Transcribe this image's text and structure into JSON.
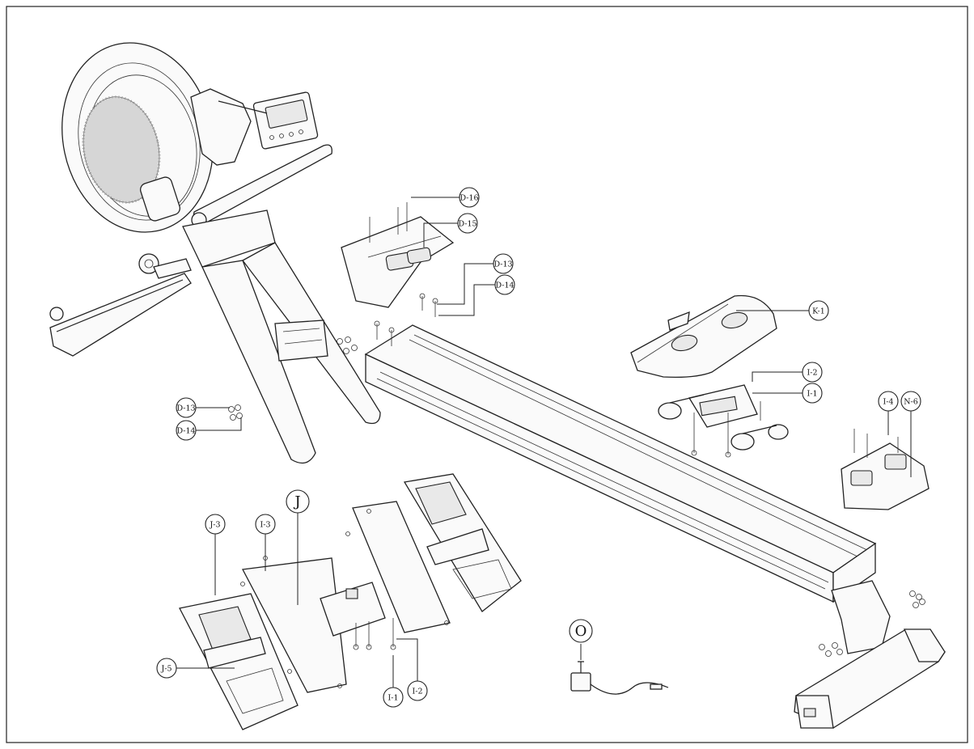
{
  "callouts": {
    "d16": "D-16",
    "d15": "D-15",
    "d13_top": "D-13",
    "d14_top": "D-14",
    "k1": "K-1",
    "i2_top": "I-2",
    "i1_top": "I-1",
    "i4": "I-4",
    "n6": "N-6",
    "d13_left": "D-13",
    "d14_left": "D-14",
    "j3": "J-3",
    "i3": "I-3",
    "j": "J",
    "j5": "J-5",
    "i1_bottom": "I-1",
    "i2_bottom": "I-2",
    "o": "O"
  }
}
